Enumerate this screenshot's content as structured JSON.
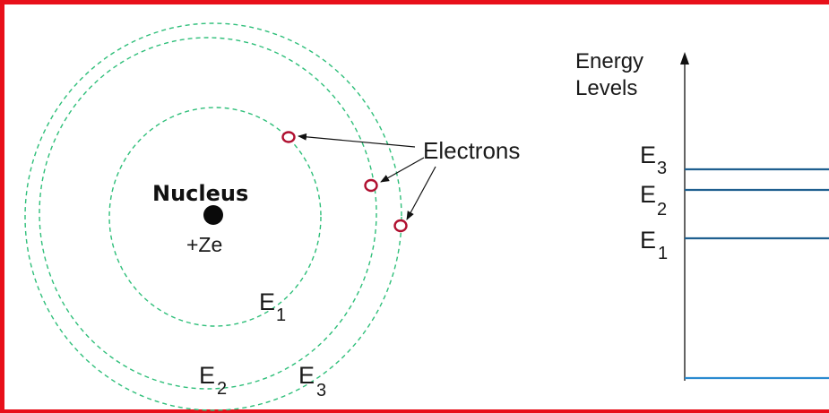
{
  "nucleus": {
    "title": "Nucleus",
    "charge": "+Ze"
  },
  "electrons_label": "Electrons",
  "orbits": [
    {
      "letter": "E",
      "sub": "1"
    },
    {
      "letter": "E",
      "sub": "2"
    },
    {
      "letter": "E",
      "sub": "3"
    }
  ],
  "energy_axis": {
    "line1": "Energy",
    "line2": "Levels"
  },
  "levels": [
    {
      "letter": "E",
      "sub": "3"
    },
    {
      "letter": "E",
      "sub": "2"
    },
    {
      "letter": "E",
      "sub": "1"
    }
  ],
  "colors": {
    "border": "#e8101a",
    "orbit": "#2fbf7a",
    "electron": "#b01030",
    "level_line": "#1f5f8f",
    "ground_line": "#2a8ad0"
  }
}
